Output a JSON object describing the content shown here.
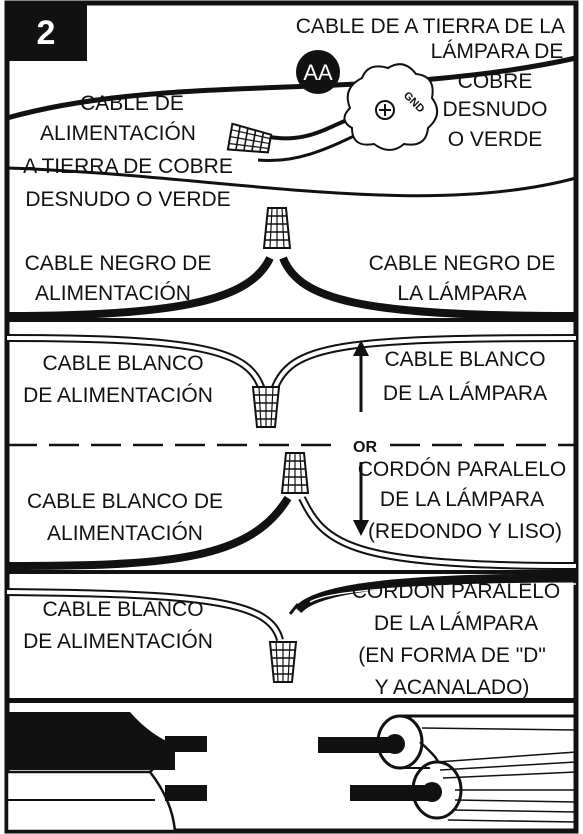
{
  "step_number": "2",
  "badge": "AA",
  "gnd_label": "GND",
  "or_label": "OR",
  "labels": {
    "lamp_ground_wire": [
      "CABLE DE A TIERRA DE LA",
      "LÁMPARA DE",
      "COBRE",
      "DESNUDO",
      "O VERDE"
    ],
    "supply_ground_wire": [
      "CABLE DE",
      "ALIMENTACIÓN",
      "A TIERRA DE COBRE",
      "DESNUDO O VERDE"
    ],
    "black_supply": [
      "CABLE NEGRO DE",
      "ALIMENTACIÓN"
    ],
    "black_lamp": [
      "CABLE NEGRO DE",
      "LA LÁMPARA"
    ],
    "white_supply_1": [
      "CABLE BLANCO",
      "DE ALIMENTACIÓN"
    ],
    "white_lamp": [
      "CABLE BLANCO",
      "DE LA LÁMPARA"
    ],
    "white_supply_2": [
      "CABLE BLANCO DE",
      "ALIMENTACIÓN"
    ],
    "parallel_cord_round": [
      "CORDÓN PARALELO",
      "DE LA LÁMPARA",
      "(REDONDO Y LISO)"
    ],
    "white_supply_3": [
      "CABLE BLANCO",
      "DE ALIMENTACIÓN"
    ],
    "parallel_cord_d": [
      "CORDÓN PARALELO",
      "DE LA LÁMPARA",
      "(EN FORMA DE \"D\"",
      "Y ACANALADO)"
    ]
  }
}
